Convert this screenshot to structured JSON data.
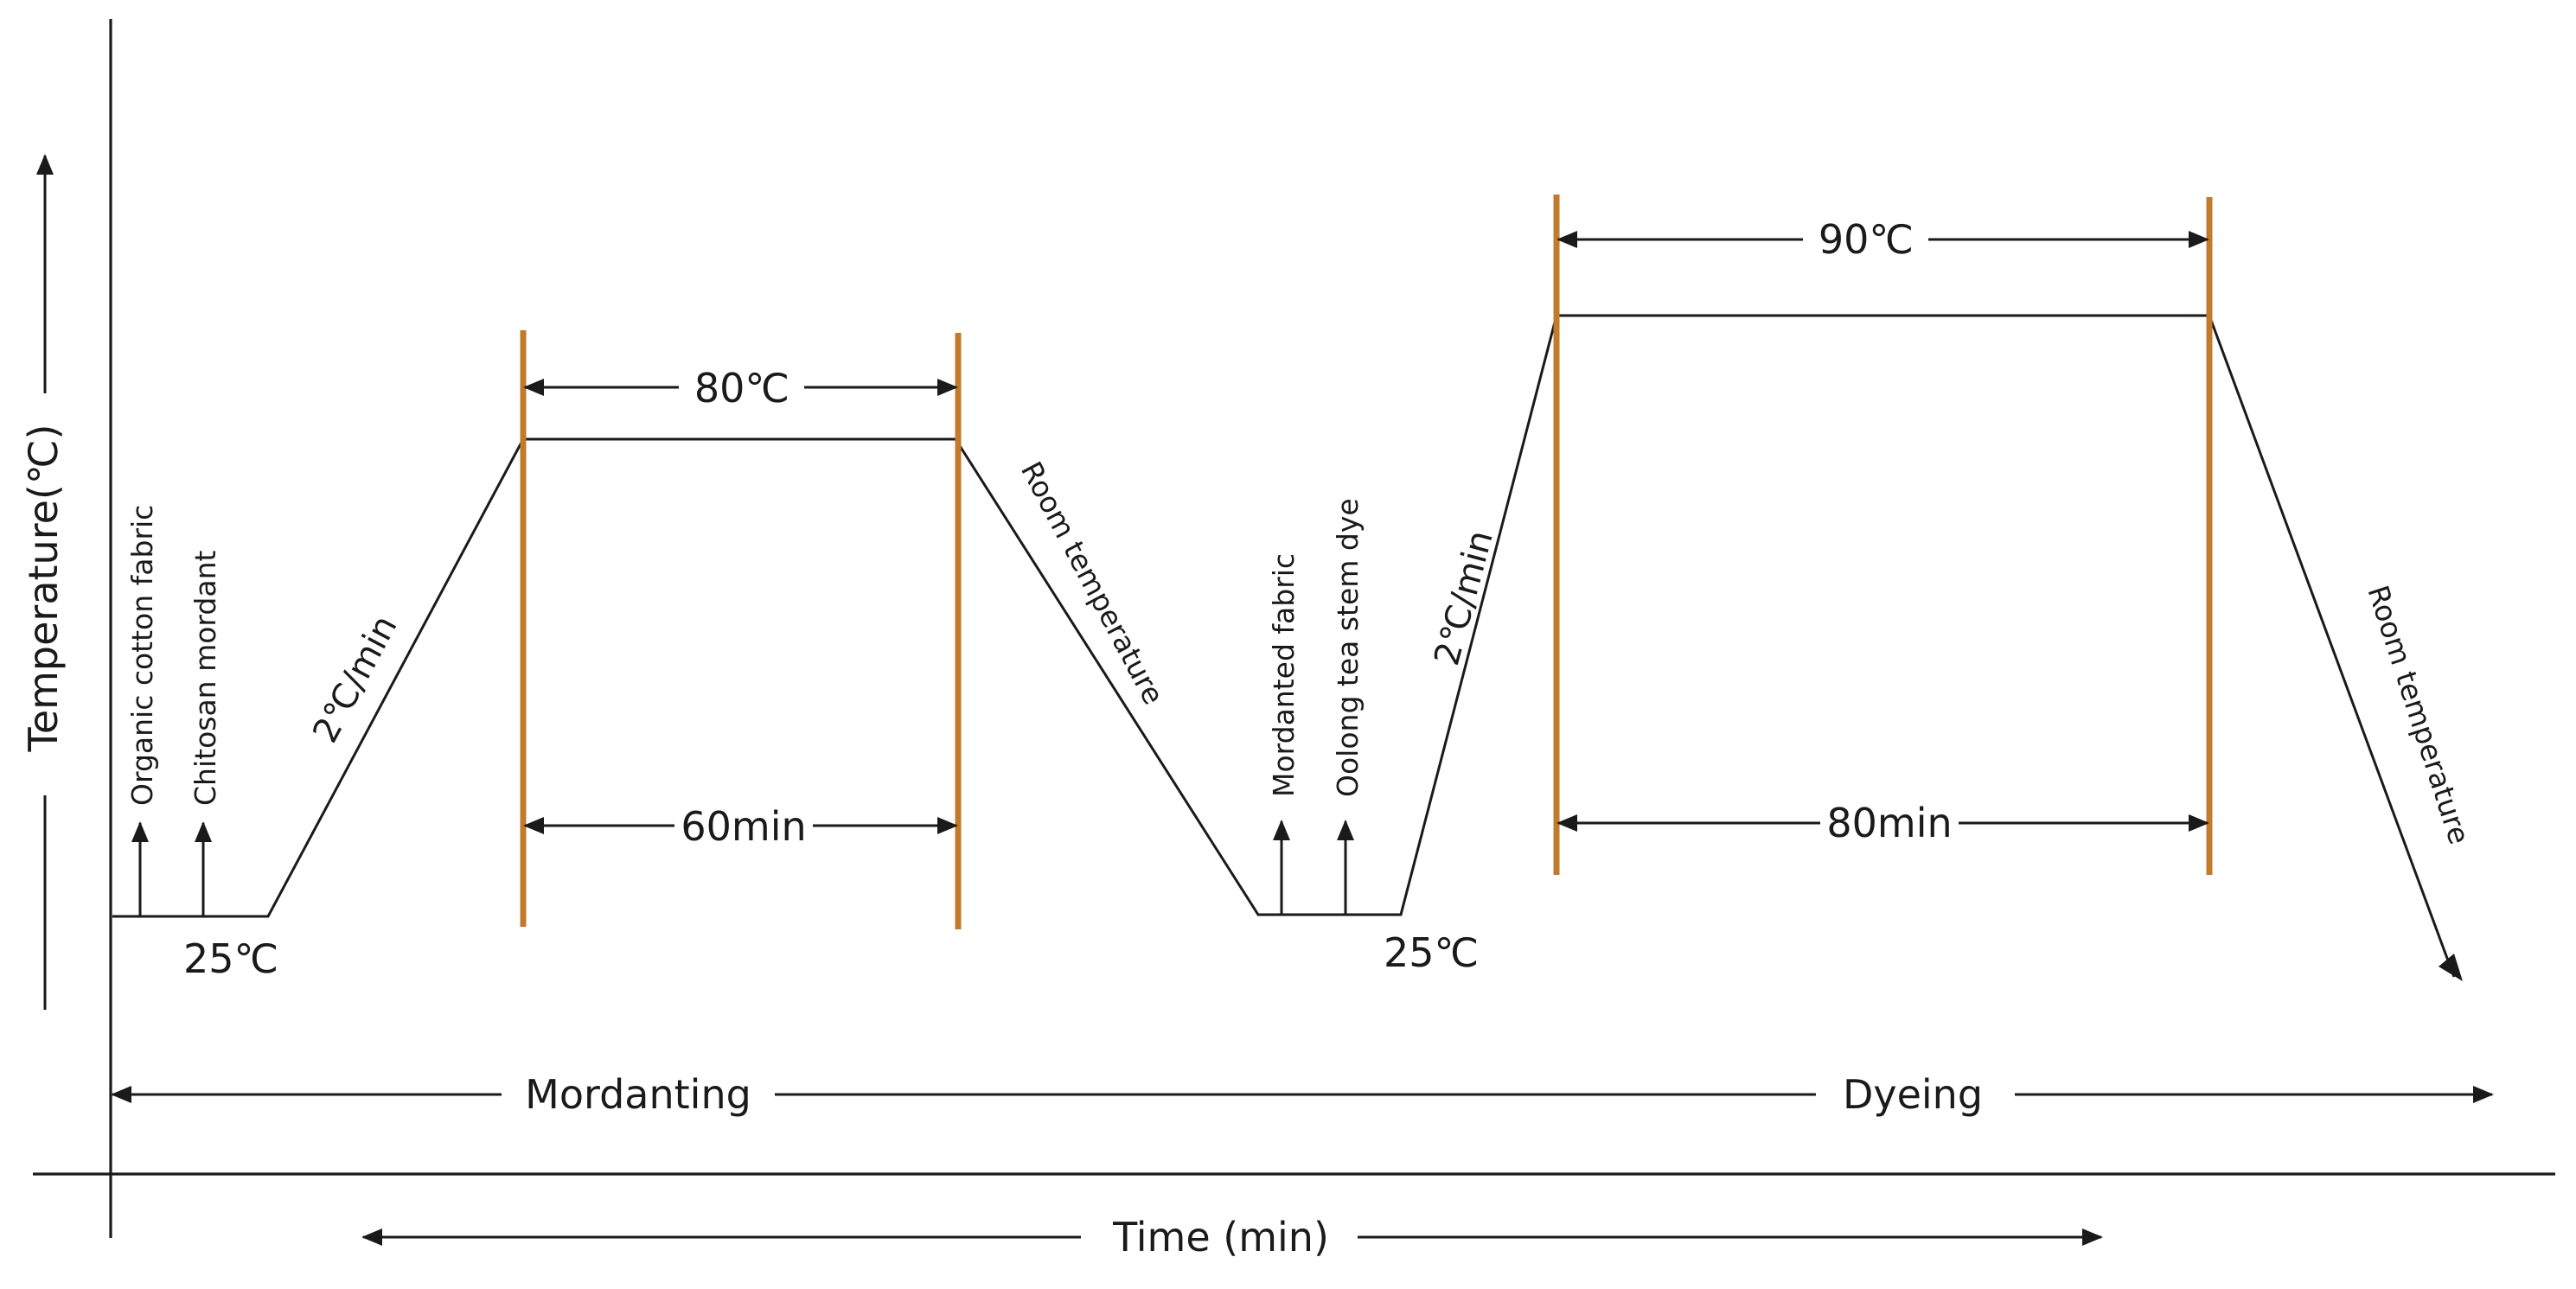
{
  "axes": {
    "y_label": "Temperature(℃)",
    "x_label": "Time (min)"
  },
  "phases": {
    "mordanting": "Mordanting",
    "dyeing": "Dyeing"
  },
  "mordanting": {
    "start_temp": "25℃",
    "input_1": "Organic cotton fabric",
    "input_2": "Chitosan mordant",
    "heat_rate": "2℃/min",
    "hold_temp": "80℃",
    "hold_time": "60min",
    "cool_to": "Room temperature"
  },
  "dyeing": {
    "start_temp": "25℃",
    "input_1": "Mordanted fabric",
    "input_2": "Oolong tea stem dye",
    "heat_rate": "2℃/min",
    "hold_temp": "90℃",
    "hold_time": "80min",
    "cool_to": "Room temperature"
  },
  "colors": {
    "line": "#1a1a1a",
    "marker_bar": "#c27a2c"
  }
}
